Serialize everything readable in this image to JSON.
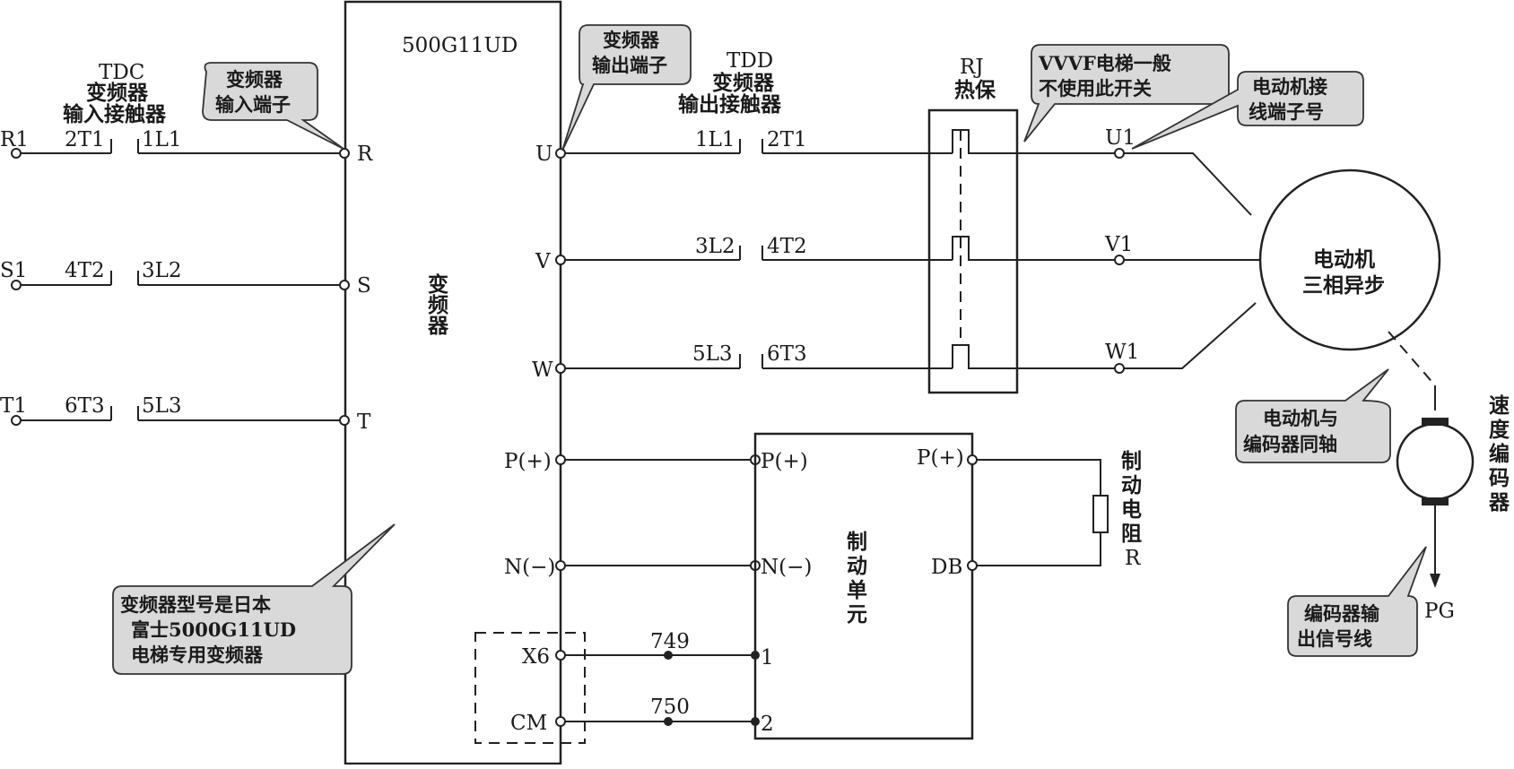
{
  "inverter": {
    "model": "500G11UD",
    "name": "变频器",
    "terminals": {
      "R": "R",
      "S": "S",
      "T": "T",
      "U": "U",
      "V": "V",
      "W": "W",
      "P": "P(+)",
      "N": "N(−)",
      "X6": "X6",
      "CM": "CM"
    }
  },
  "input_contactor": {
    "title_1": "TDC",
    "title_2": "变频器",
    "title_3": "输入接触器",
    "lines": [
      {
        "src": "R1",
        "left": "2T1",
        "right": "1L1"
      },
      {
        "src": "S1",
        "left": "4T2",
        "right": "3L2"
      },
      {
        "src": "T1",
        "left": "6T3",
        "right": "5L3"
      }
    ]
  },
  "output_contactor": {
    "title_1": "TDD",
    "title_2": "变频器",
    "title_3": "输出接触器",
    "lines": [
      {
        "left": "1L1",
        "right": "2T1"
      },
      {
        "left": "3L2",
        "right": "4T2"
      },
      {
        "left": "5L3",
        "right": "6T3"
      }
    ]
  },
  "thermal_relay": {
    "title_1": "RJ",
    "title_2": "热保"
  },
  "motor": {
    "terminals": [
      "U1",
      "V1",
      "W1"
    ],
    "name_1": "电动机",
    "name_2": "三相异步"
  },
  "encoder": {
    "name": [
      "速",
      "度",
      "编",
      "码",
      "器"
    ],
    "output": "PG"
  },
  "brake_unit": {
    "name": [
      "制",
      "动",
      "单",
      "元"
    ],
    "in_p": "P(+)",
    "in_n": "N(−)",
    "in_1": "1",
    "in_2": "2",
    "out_p": "P(+)",
    "out_db": "DB"
  },
  "brake_resistor": {
    "name": [
      "制",
      "动",
      "电",
      "阻",
      "R"
    ]
  },
  "wire_numbers": {
    "w749": "749",
    "w750": "750"
  },
  "callouts": {
    "input_terminal": [
      "变频器",
      "输入端子"
    ],
    "output_terminal": [
      "变频器",
      "输出端子"
    ],
    "vvvf_note": [
      "VVVF电梯一般",
      "不使用此开关"
    ],
    "motor_terminal": [
      "电动机接",
      "线端子号"
    ],
    "coaxial": [
      "电动机与",
      "编码器同轴"
    ],
    "encoder_signal": [
      "编码器输",
      "出信号线"
    ],
    "inverter_model": [
      "变频器型号是日本",
      "富士5000G11UD",
      "电梯专用变频器"
    ]
  }
}
